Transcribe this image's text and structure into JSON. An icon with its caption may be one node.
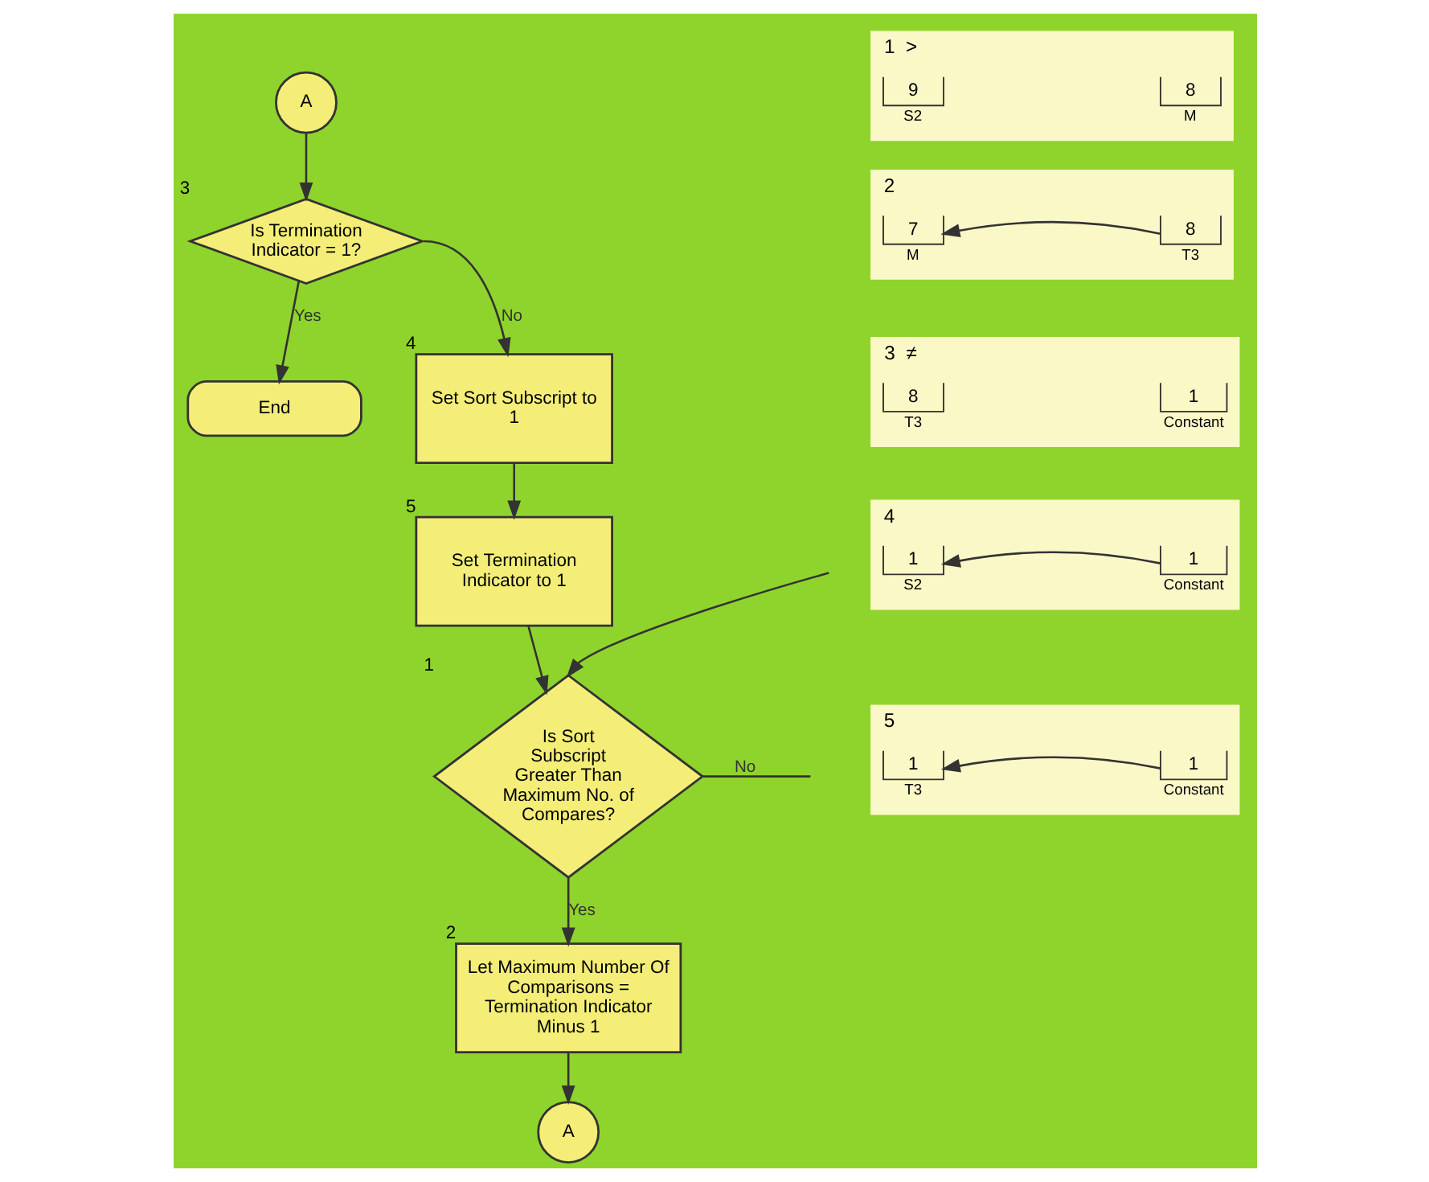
{
  "diagram": {
    "nodes": [
      {
        "text": [
          "A"
        ]
      },
      {
        "text": [
          "Is Termination Indicator = 1?"
        ],
        "beside": [
          "3"
        ]
      },
      {
        "text": [
          "End"
        ]
      },
      {
        "text": [
          "Set Sort Subscript to 1"
        ],
        "beside": [
          "4"
        ]
      },
      {
        "text": [
          "Set Termination Indicator to 1"
        ],
        "beside": [
          "5"
        ]
      },
      {
        "text": [
          "Is Sort Subscript Greater Than Maximum No. of Compares?"
        ],
        "beside": [
          "1"
        ]
      },
      {
        "text": [
          "Let Maximum Number Of Comparisons = Termination Indicator Minus 1"
        ],
        "beside": [
          "2"
        ]
      },
      {
        "text": [
          "A"
        ]
      },
      {
        "text": [
          ">"
        ],
        "beside": [
          "1"
        ]
      },
      {
        "text": [
          "9",
          "S2"
        ],
        "in": 8
      },
      {
        "text": [
          "8",
          "M"
        ],
        "in": 8
      },
      {
        "text": [],
        "shape": "box",
        "beside": [
          "2"
        ]
      },
      {
        "text": [
          "7",
          "M"
        ],
        "in": 11
      },
      {
        "text": [
          "8",
          "T3"
        ],
        "in": 11
      },
      {
        "text": [
          "≠"
        ],
        "beside": [
          "3"
        ]
      },
      {
        "text": [
          "8",
          "T3"
        ],
        "in": 14
      },
      {
        "text": [
          "1",
          "Constant"
        ],
        "in": 14
      },
      {
        "text": [],
        "shape": "box",
        "beside": [
          "4"
        ]
      },
      {
        "text": [
          "1",
          "S2"
        ],
        "in": 17
      },
      {
        "text": [
          "1",
          "Constant"
        ],
        "in": 17
      },
      {
        "text": [],
        "shape": "box",
        "beside": [
          "5"
        ]
      },
      {
        "text": [
          "1",
          "T3"
        ],
        "in": 20
      },
      {
        "text": [
          "1",
          "Constant"
        ],
        "in": 20
      }
    ],
    "edges": [
      {
        "from": 0,
        "to": 1,
        "arrow": "to"
      },
      {
        "from": 1,
        "to": 3,
        "label": "No",
        "arrow": "to"
      },
      {
        "from": 1,
        "to": 2,
        "label": "Yes",
        "arrow": "to"
      },
      {
        "from": 3,
        "to": 4,
        "arrow": "to"
      },
      {
        "from": 4,
        "to": 5,
        "arrow": "to"
      },
      {
        "from": null,
        "to": 5,
        "arrow": "to"
      },
      {
        "from": 5,
        "to": null,
        "label": "No",
        "arrow": "none"
      },
      {
        "from": 5,
        "to": 6,
        "label": "Yes",
        "arrow": "to"
      },
      {
        "from": 6,
        "to": 7,
        "arrow": "to"
      },
      {
        "from": 13,
        "to": 12,
        "arrow": "to"
      },
      {
        "from": 19,
        "to": 18,
        "arrow": "to"
      },
      {
        "from": 22,
        "to": 21,
        "arrow": "to"
      }
    ]
  }
}
